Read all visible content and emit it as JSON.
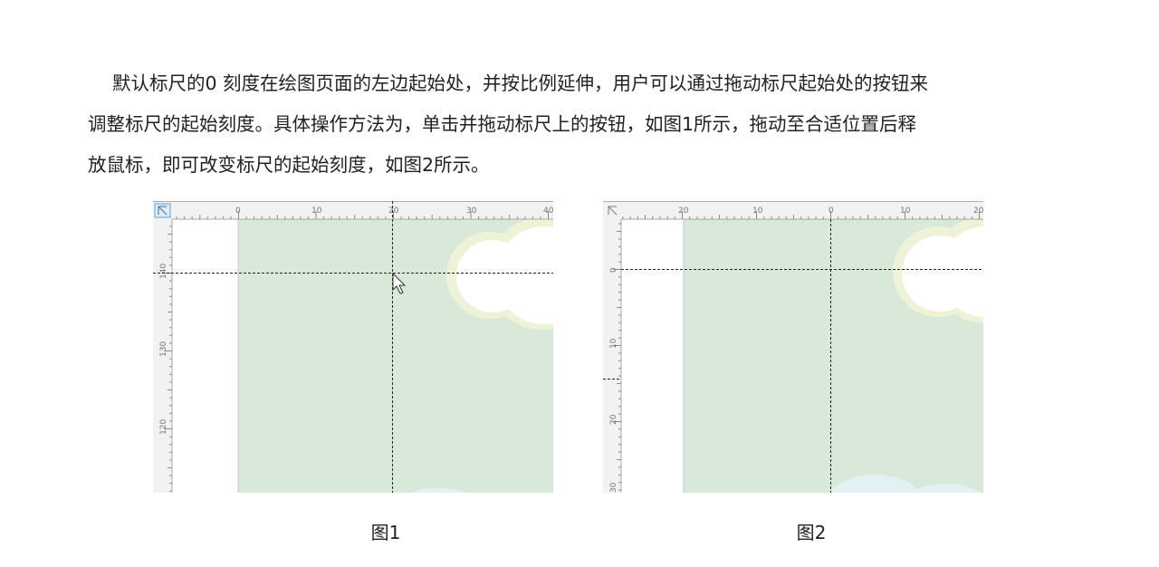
{
  "paragraph": {
    "line1": "默认标尺的0 刻度在绘图页面的左边起始处，并按比例延伸，用户可以通过拖动标尺起始处的按钮来",
    "line2": "调整标尺的起始刻度。具体操作方法为，单击并拖动标尺上的按钮，如图1所示，拖动至合适位置后释",
    "line3": "放鼠标，即可改变标尺的起始刻度，如图2所示。"
  },
  "figure1": {
    "caption": "图1",
    "h_ruler_labels": [
      "0",
      "10",
      "20",
      "30",
      "40"
    ],
    "v_ruler_labels": [
      "140",
      "130",
      "120"
    ],
    "corner_icon": "ruler-origin-icon",
    "cursor_icon": "mouse-pointer-icon",
    "colors": {
      "page_bg": "#d8e9d9",
      "ruler_bg": "#f2f2f2",
      "cloud": "#ffffff",
      "cloud_edge": "#eef3d6"
    }
  },
  "figure2": {
    "caption": "图2",
    "h_ruler_labels": [
      "20",
      "10",
      "0",
      "10",
      "20"
    ],
    "v_ruler_labels": [
      "0",
      "10",
      "20",
      "30"
    ],
    "corner_icon": "ruler-origin-icon",
    "colors": {
      "page_bg": "#d8e9d9",
      "ruler_bg": "#f2f2f2",
      "cloud": "#ffffff",
      "cloud_bottom": "#e3f1f4"
    }
  }
}
